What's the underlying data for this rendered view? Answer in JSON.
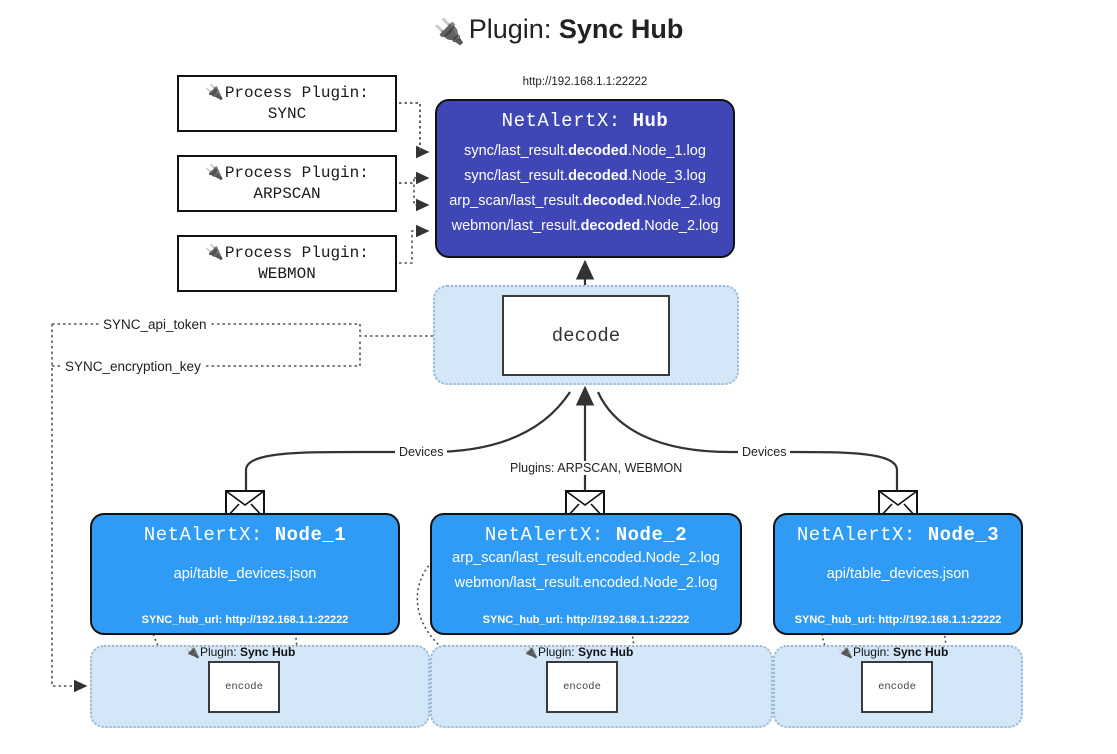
{
  "title": {
    "icon": "plug-icon",
    "prefix": "Plugin:",
    "name": "Sync Hub"
  },
  "hub": {
    "url": "http://192.168.1.1:22222",
    "label_prefix": "NetAlertX:",
    "label_name": "Hub",
    "loglines": [
      {
        "pre": "sync/last_result.",
        "bold": "decoded",
        "post": ".Node_1.log"
      },
      {
        "pre": "sync/last_result.",
        "bold": "decoded",
        "post": ".Node_3.log"
      },
      {
        "pre": "arp_scan/last_result.",
        "bold": "decoded",
        "post": ".Node_2.log"
      },
      {
        "pre": "webmon/last_result.",
        "bold": "decoded",
        "post": ".Node_2.log"
      }
    ]
  },
  "process_plugins": [
    {
      "icon": "plug-icon",
      "header": "Process Plugin:",
      "name": "SYNC"
    },
    {
      "icon": "plug-icon",
      "header": "Process Plugin:",
      "name": "ARPSCAN"
    },
    {
      "icon": "plug-icon",
      "header": "Process Plugin:",
      "name": "WEBMON"
    }
  ],
  "decode": {
    "label": "decode"
  },
  "tokens": {
    "api_token": "SYNC_api_token",
    "encryption_key": "SYNC_encryption_key"
  },
  "edge_labels": {
    "devices_left": "Devices",
    "devices_right": "Devices",
    "plugins_center": "Plugins: ARPSCAN, WEBMON"
  },
  "nodes": [
    {
      "icon": "envelope-icon",
      "label_prefix": "NetAlertX:",
      "label_name": "Node_1",
      "lines": [
        "api/table_devices.json"
      ],
      "hub_url": "SYNC_hub_url: http://192.168.1.1:22222"
    },
    {
      "icon": "envelope-icon",
      "label_prefix": "NetAlertX:",
      "label_name": "Node_2",
      "lines": [
        "arp_scan/last_result.encoded.Node_2.log",
        "webmon/last_result.encoded.Node_2.log"
      ],
      "hub_url": "SYNC_hub_url: http://192.168.1.1:22222"
    },
    {
      "icon": "envelope-icon",
      "label_prefix": "NetAlertX:",
      "label_name": "Node_3",
      "lines": [
        "api/table_devices.json"
      ],
      "hub_url": "SYNC_hub_url: http://192.168.1.1:22222"
    }
  ],
  "encode_groups": [
    {
      "icon": "plug-icon",
      "plugin_prefix": "Plugin:",
      "plugin_name": "Sync Hub",
      "box_label": "encode"
    },
    {
      "icon": "plug-icon",
      "plugin_prefix": "Plugin:",
      "plugin_name": "Sync Hub",
      "box_label": "encode"
    },
    {
      "icon": "plug-icon",
      "plugin_prefix": "Plugin:",
      "plugin_name": "Sync Hub",
      "box_label": "encode"
    }
  ],
  "colors": {
    "hub_fill": "#3f46b5",
    "node_fill": "#2f9bf4",
    "group_fill": "#d4e7f9",
    "stroke": "#111111"
  }
}
